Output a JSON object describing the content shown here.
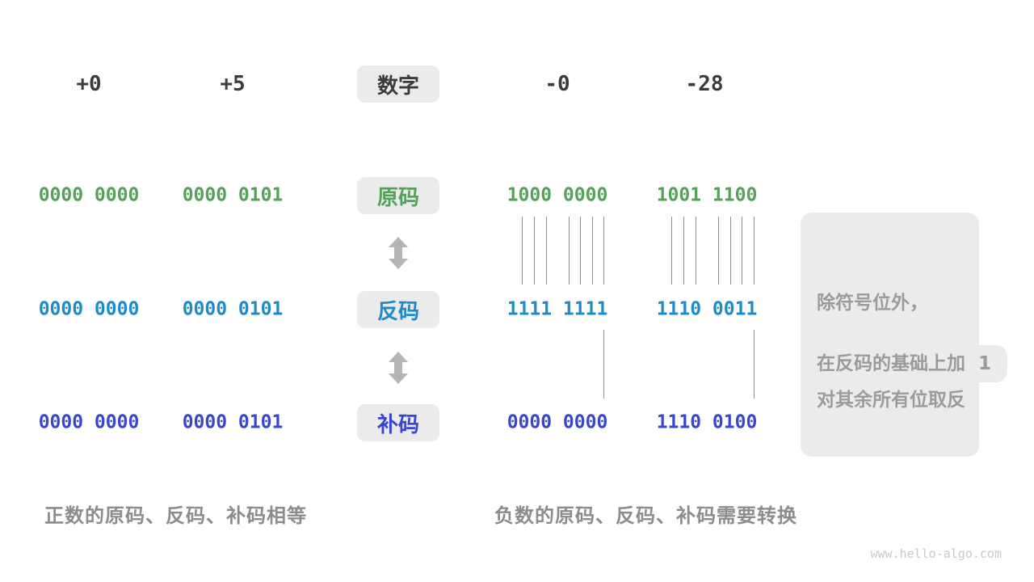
{
  "header": {
    "values": [
      "+0",
      "+5",
      "-0",
      "-28"
    ],
    "label": "数字"
  },
  "rows": [
    {
      "label": "原码",
      "color": "#55a159",
      "values": [
        "0000 0000",
        "0000 0101",
        "1000 0000",
        "1001 1100"
      ]
    },
    {
      "label": "反码",
      "color": "#1d8ac9",
      "values": [
        "0000 0000",
        "0000 0101",
        "1111 1111",
        "1110 0011"
      ]
    },
    {
      "label": "补码",
      "color": "#3a45cf",
      "values": [
        "0000 0000",
        "0000 0101",
        "0000 0000",
        "1110 0100"
      ]
    }
  ],
  "annotations": {
    "invert_note_line1": "除符号位外，",
    "invert_note_line2": "对其余所有位取反",
    "add_one_note": "在反码的基础上加  1"
  },
  "captions": {
    "positive": "正数的原码、反码、补码相等",
    "negative": "负数的原码、反码、补码需要转换"
  },
  "watermark": "www.hello-algo.com",
  "colors": {
    "sign_magnitude": "#55a159",
    "ones_complement": "#1d8ac9",
    "twos_complement": "#3a45cf",
    "note_bg": "#ebebeb",
    "note_text": "#9b9b9b",
    "arrow": "#b5b5b5",
    "connector_line": "#8f8f8f"
  }
}
